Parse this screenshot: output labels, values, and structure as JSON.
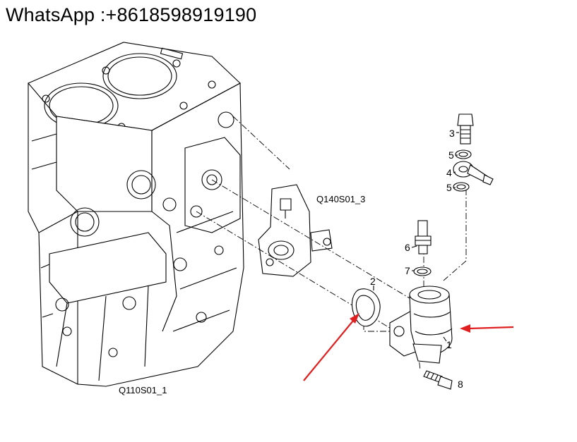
{
  "watermark": {
    "text": "WhatsApp :+8618598919190"
  },
  "diagram": {
    "codes": {
      "block": "Q110S01_1",
      "bracket": "Q140S01_3"
    },
    "callouts": [
      "1",
      "2",
      "3",
      "4",
      "5",
      "5",
      "6",
      "7",
      "8"
    ],
    "colors": {
      "arrow": "#e02020",
      "line": "#000000"
    }
  }
}
